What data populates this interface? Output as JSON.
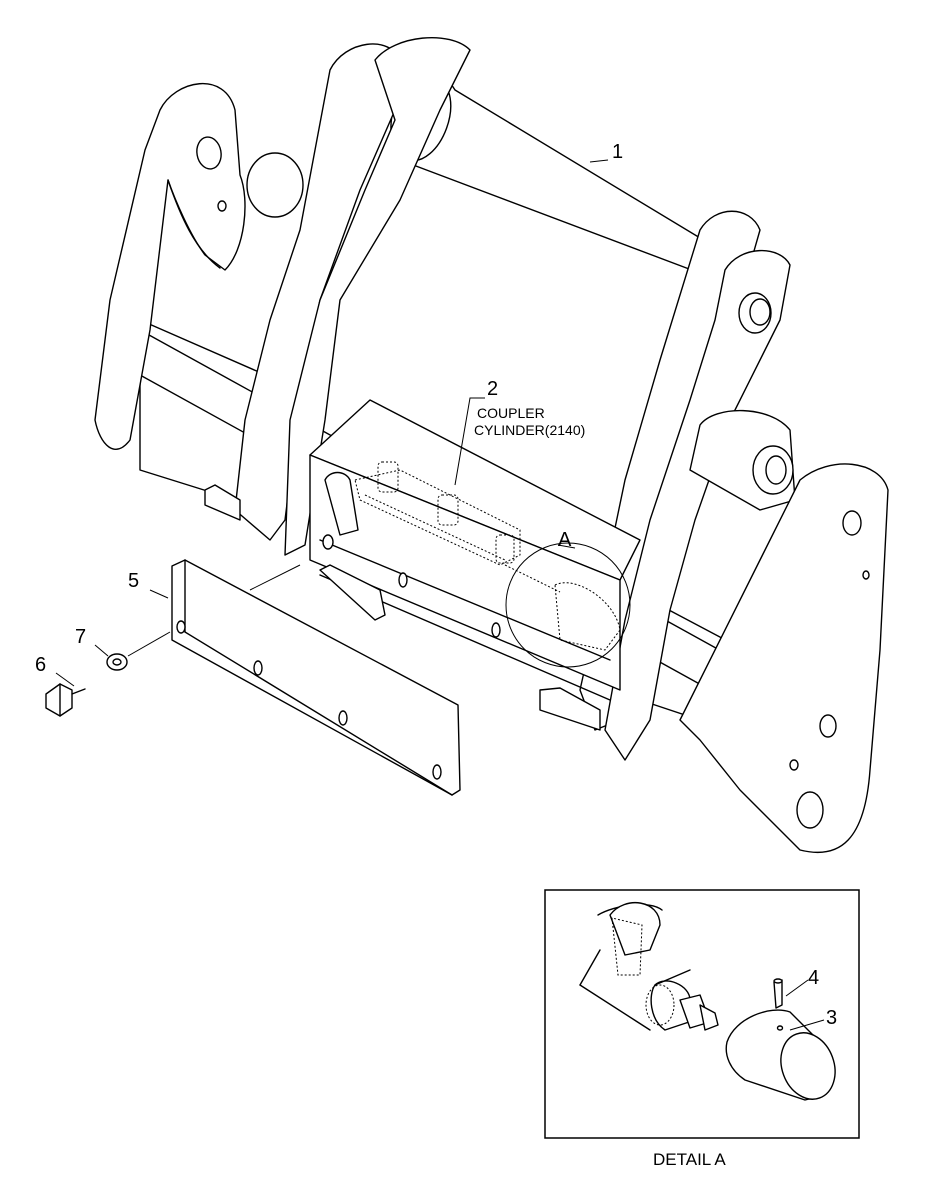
{
  "callouts": {
    "c1": "1",
    "c2": "2",
    "c3": "3",
    "c4": "4",
    "c5": "5",
    "c6": "6",
    "c7": "7",
    "cA": "A"
  },
  "coupler_label": {
    "line1": "COUPLER",
    "line2": "CYLINDER(2140)"
  },
  "detail": {
    "caption": "DETAIL A"
  }
}
